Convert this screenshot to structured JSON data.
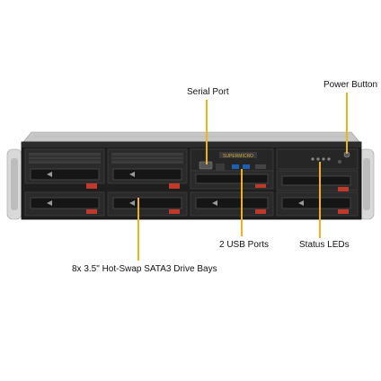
{
  "callouts": {
    "serial_port": "Serial Port",
    "power_button": "Power Button",
    "usb_ports": "2 USB Ports",
    "status_leds": "Status LEDs",
    "drive_bays": "8x 3.5\" Hot-Swap SATA3 Drive Bays"
  },
  "device": {
    "front_logo": "SUPERMICRO"
  },
  "colors": {
    "leader": "#f0b21a",
    "chassis": "#1e1e1e",
    "chassis_top": "#bfbfbf",
    "bay": "#2a2a2a",
    "bay_latch": "#c0392b"
  }
}
